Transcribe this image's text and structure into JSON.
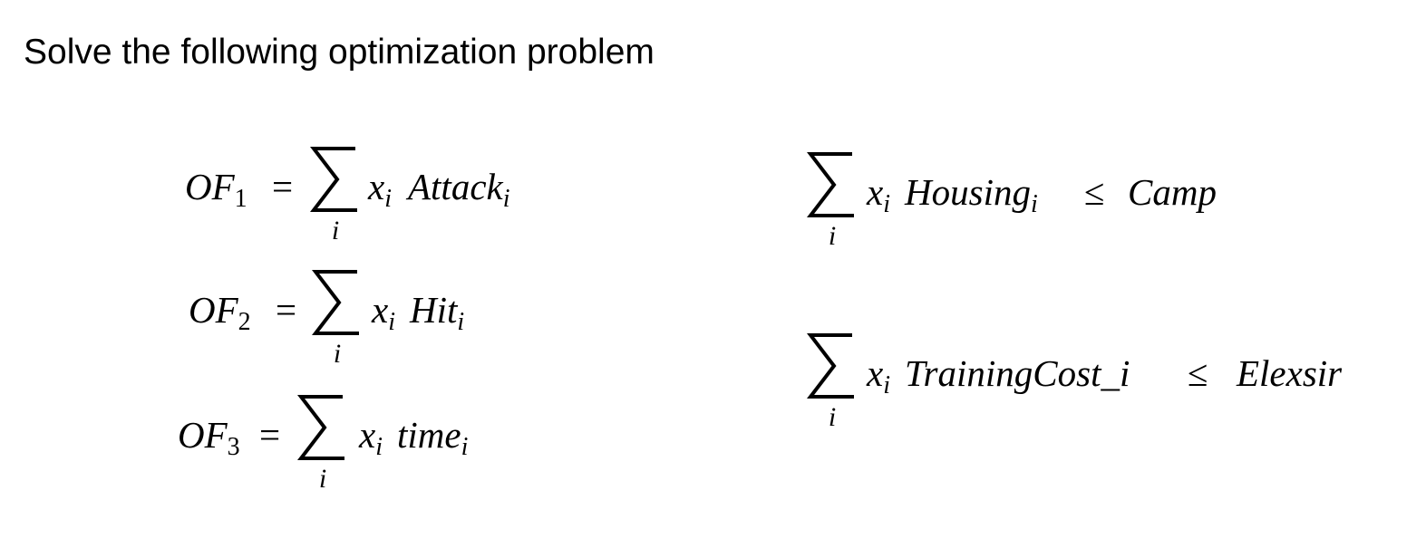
{
  "title": "Solve the following optimization problem",
  "objectives": [
    {
      "lhs_base": "OF",
      "lhs_sub": "1",
      "op": "=",
      "index": "i",
      "var_base": "x",
      "var_sub": "i",
      "name_base": "Attack",
      "name_sub": "i"
    },
    {
      "lhs_base": "OF",
      "lhs_sub": "2",
      "op": "=",
      "index": "i",
      "var_base": "x",
      "var_sub": "i",
      "name_base": "Hit",
      "name_sub": "i"
    },
    {
      "lhs_base": "OF",
      "lhs_sub": "3",
      "op": "=",
      "index": "i",
      "var_base": "x",
      "var_sub": "i",
      "name_base": "time",
      "name_sub": "i"
    }
  ],
  "constraints": [
    {
      "index": "i",
      "var_base": "x",
      "var_sub": "i",
      "name": "Housing",
      "name_sub": "i",
      "rel": "≤",
      "rhs": "Camp"
    },
    {
      "index": "i",
      "var_base": "x",
      "var_sub": "i",
      "name": "TrainingCost_i",
      "name_sub": "",
      "rel": "≤",
      "rhs": "Elexsir"
    }
  ]
}
